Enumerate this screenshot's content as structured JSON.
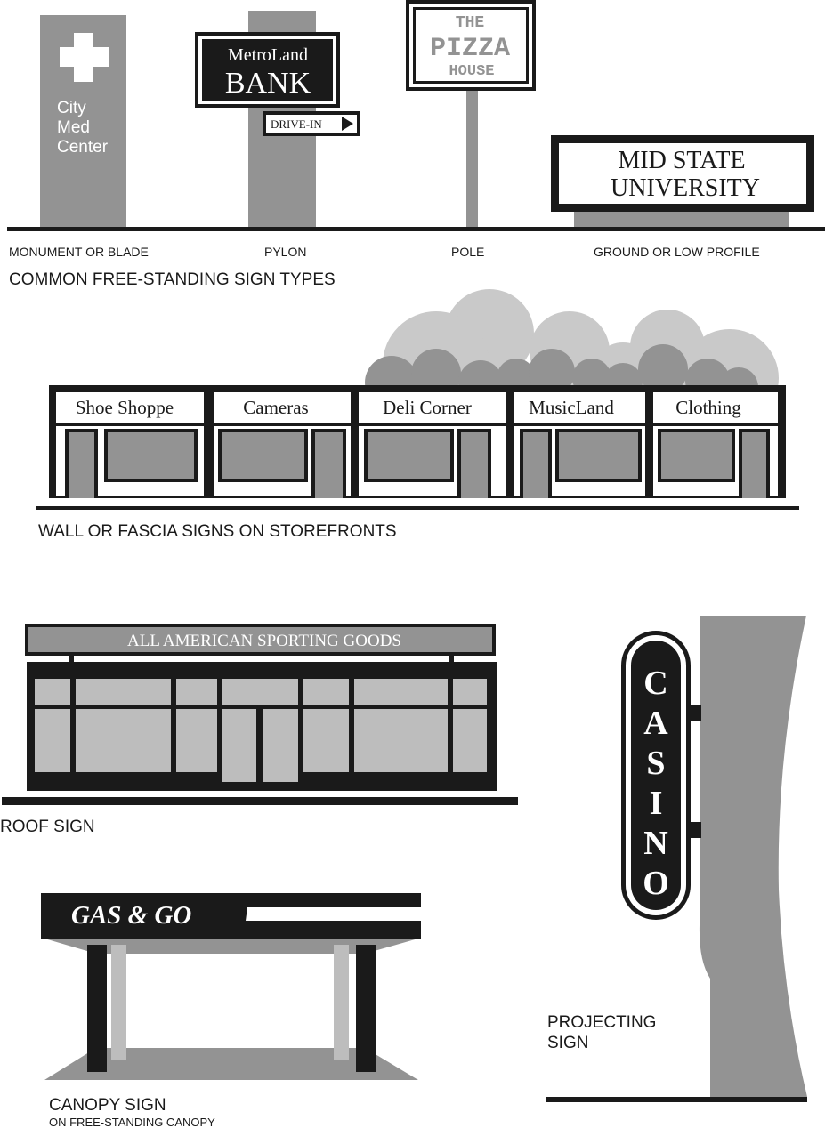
{
  "colors": {
    "black": "#1a1a1a",
    "gray": "#939393",
    "light_gray": "#bdbdbd",
    "pale_gray": "#c9c9c9",
    "white": "#ffffff"
  },
  "free_standing": {
    "monument": {
      "line1": "City",
      "line2": "Med",
      "line3": "Center",
      "label": "MONUMENT OR BLADE",
      "icon": "cross-icon"
    },
    "pylon": {
      "top": "MetroLand",
      "main": "BANK",
      "drive": "DRIVE-IN",
      "label": "PYLON",
      "icon": "arrow-right-icon"
    },
    "pole": {
      "line1": "THE",
      "line2": "PIZZA",
      "line3": "HOUSE",
      "label": "POLE"
    },
    "ground": {
      "line1": "MID STATE",
      "line2": "UNIVERSITY",
      "label": "GROUND OR LOW PROFILE"
    },
    "caption": "COMMON FREE-STANDING SIGN TYPES"
  },
  "storefronts": {
    "shops": [
      "Shoe Shoppe",
      "Cameras",
      "Deli Corner",
      "MusicLand",
      "Clothing"
    ],
    "caption": "WALL OR FASCIA SIGNS ON STOREFRONTS"
  },
  "roof": {
    "sign": "ALL AMERICAN SPORTING GOODS",
    "caption": "ROOF SIGN"
  },
  "canopy": {
    "sign": "GAS & GO",
    "caption": "CANOPY SIGN",
    "subcaption": "ON FREE-STANDING CANOPY"
  },
  "projecting": {
    "letters": [
      "C",
      "A",
      "S",
      "I",
      "N",
      "O"
    ],
    "caption_line1": "PROJECTING",
    "caption_line2": "SIGN"
  }
}
